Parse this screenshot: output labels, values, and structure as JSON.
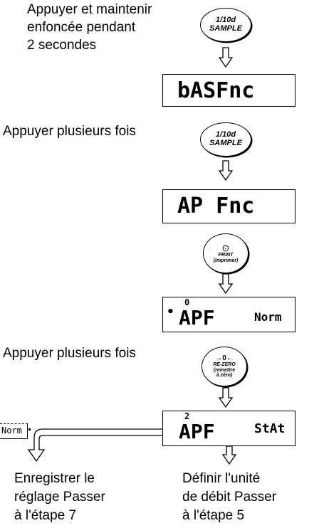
{
  "steps": {
    "step1_text": [
      "Appuyer et maintenir",
      "enfoncée pendant",
      "2 secondes"
    ],
    "step2_text": "Appuyer plusieurs fois",
    "step3_text": "Appuyer plusieurs fois"
  },
  "buttons": {
    "sample": {
      "line1": "1/10d",
      "line2": "SAMPLE"
    },
    "print": {
      "symbol": "⊙",
      "line1": "PRINT",
      "line2": "(imprimer)"
    },
    "rezero": {
      "symbol": "→0←",
      "line1": "RE-ZERO",
      "line2": "(remettre",
      "line3": "à zéro)"
    }
  },
  "displays": {
    "d1": "bASFnc",
    "d2": "AP Fnc",
    "d3": {
      "dot": "•",
      "index": "0",
      "name": "APF",
      "value": "Norm"
    },
    "d4": {
      "index": "2",
      "name": "APF",
      "value": "StAt"
    }
  },
  "side_label": "Norm",
  "outcomes": {
    "left": [
      "Enregistrer le",
      "réglage Passer",
      "à l'étape 7"
    ],
    "right": [
      "Définir l'unité",
      "de débit Passer",
      "à l'étape 5"
    ]
  }
}
